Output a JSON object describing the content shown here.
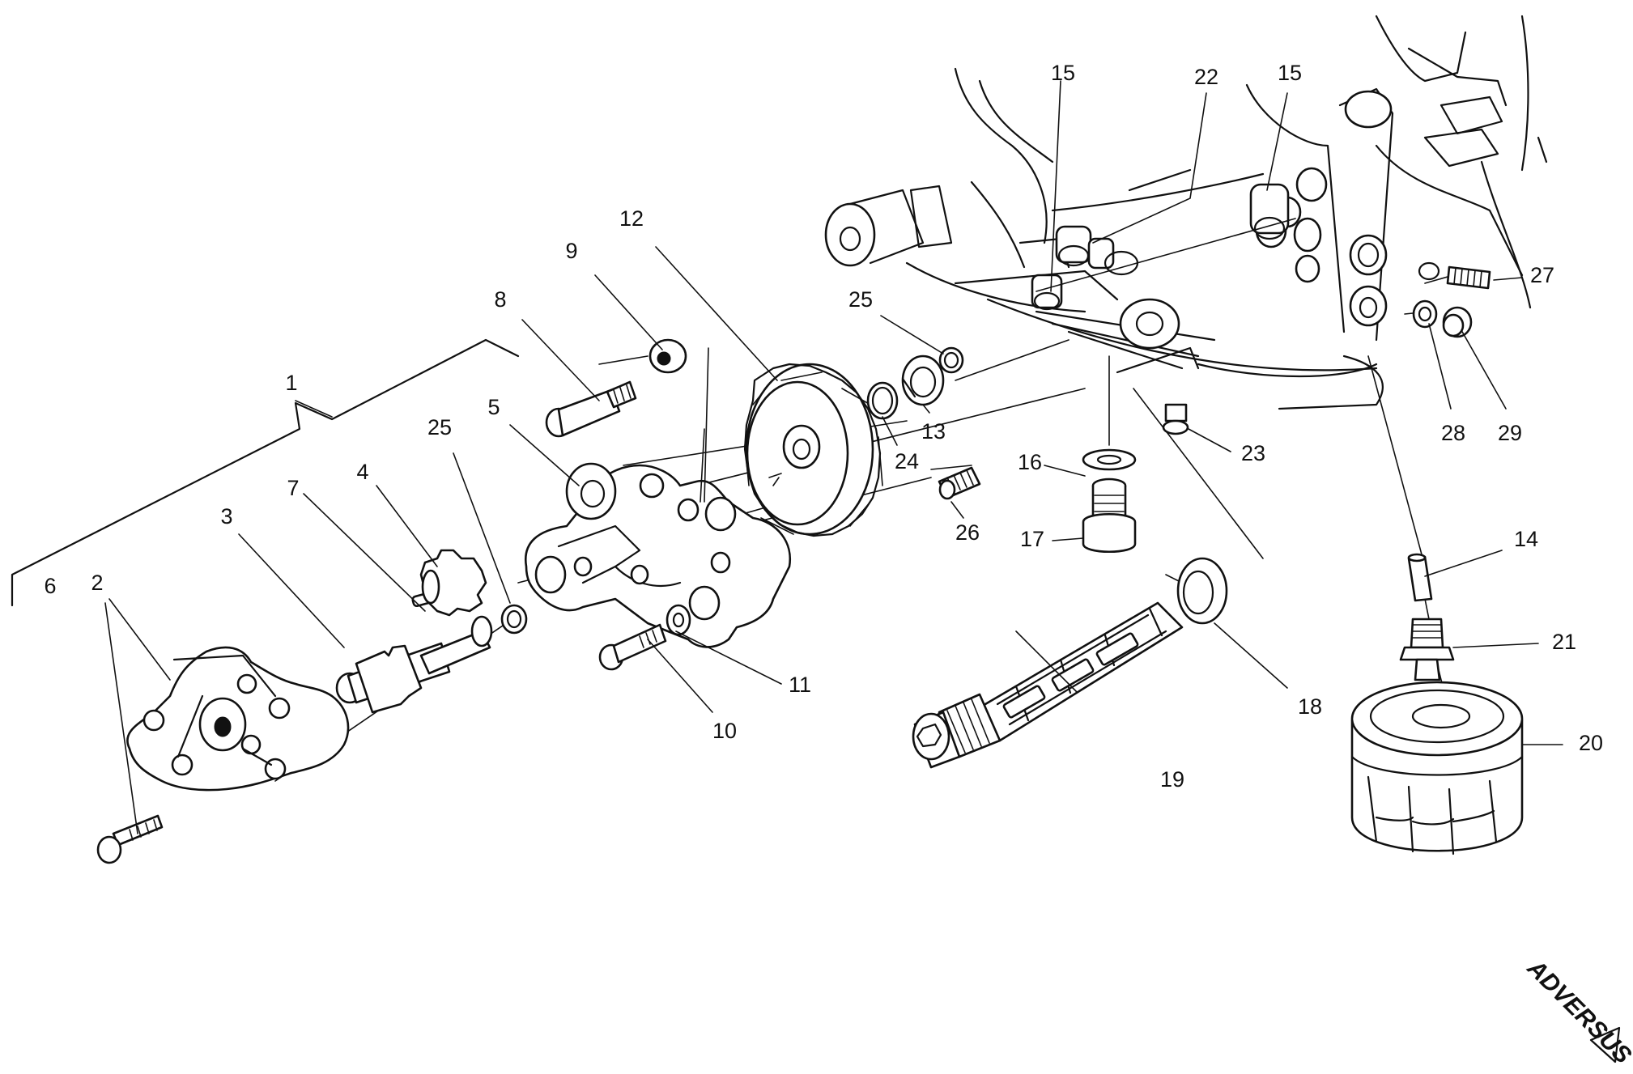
{
  "callouts": [
    {
      "id": "1",
      "label": "1"
    },
    {
      "id": "2",
      "label": "2"
    },
    {
      "id": "3",
      "label": "3"
    },
    {
      "id": "4",
      "label": "4"
    },
    {
      "id": "5",
      "label": "5"
    },
    {
      "id": "6",
      "label": "6"
    },
    {
      "id": "7",
      "label": "7"
    },
    {
      "id": "8",
      "label": "8"
    },
    {
      "id": "9",
      "label": "9"
    },
    {
      "id": "10",
      "label": "10"
    },
    {
      "id": "11",
      "label": "11"
    },
    {
      "id": "12",
      "label": "12"
    },
    {
      "id": "13",
      "label": "13"
    },
    {
      "id": "14",
      "label": "14"
    },
    {
      "id": "15a",
      "label": "15"
    },
    {
      "id": "15b",
      "label": "15"
    },
    {
      "id": "16",
      "label": "16"
    },
    {
      "id": "17",
      "label": "17"
    },
    {
      "id": "18",
      "label": "18"
    },
    {
      "id": "19",
      "label": "19"
    },
    {
      "id": "20",
      "label": "20"
    },
    {
      "id": "21",
      "label": "21"
    },
    {
      "id": "22",
      "label": "22"
    },
    {
      "id": "23",
      "label": "23"
    },
    {
      "id": "24",
      "label": "24"
    },
    {
      "id": "25a",
      "label": "25"
    },
    {
      "id": "25b",
      "label": "25"
    },
    {
      "id": "26",
      "label": "26"
    },
    {
      "id": "27",
      "label": "27"
    },
    {
      "id": "28",
      "label": "28"
    },
    {
      "id": "29",
      "label": "29"
    }
  ],
  "watermark": "ADVERSUS",
  "colors": {
    "ink": "#111111",
    "paper": "#ffffff"
  }
}
